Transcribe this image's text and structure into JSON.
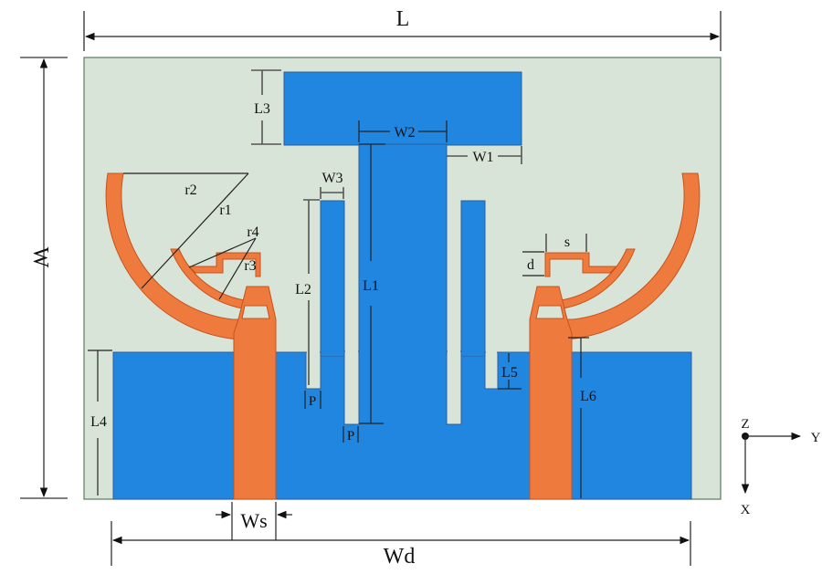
{
  "figure": {
    "title": "Dual-port antenna layout with T-shaped ground stub and curved radiators",
    "colors": {
      "substrate": "#d9e4d9",
      "ground": "#2186e0",
      "radiator": "#ef7a3e",
      "dimension_lines": "#222222"
    }
  },
  "dimensions": {
    "L": "L",
    "W": "W",
    "L1": "L1",
    "L2": "L2",
    "L3": "L3",
    "L4": "L4",
    "L5": "L5",
    "L6": "L6",
    "W1": "W1",
    "W2": "W2",
    "W3": "W3",
    "Ws": "Ws",
    "Wd": "Wd",
    "P_left": "P",
    "P_right": "P",
    "r1": "r1",
    "r2": "r2",
    "r3": "r3",
    "r4": "r4",
    "s": "s",
    "d": "d"
  },
  "axes": {
    "z": "Z",
    "y": "Y",
    "x": "X"
  }
}
